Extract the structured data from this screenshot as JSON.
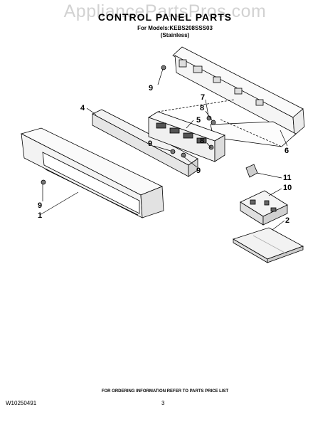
{
  "watermark": "AppliancePartsPros.com",
  "header": {
    "title": "CONTROL PANEL PARTS",
    "models": "For Models:KEBS208SSS03",
    "finish": "(Stainless)"
  },
  "callouts": {
    "c1": "1",
    "c2": "2",
    "c4": "4",
    "c5": "5",
    "c6": "6",
    "c7": "7",
    "c8a": "8",
    "c8b": "8",
    "c9a": "9",
    "c9b": "9",
    "c9c": "9",
    "c9d": "9",
    "c10": "10",
    "c11": "11"
  },
  "footer": {
    "note": "FOR ORDERING INFORMATION REFER TO PARTS PRICE LIST",
    "doc_number": "W10250491",
    "page_number": "3"
  }
}
